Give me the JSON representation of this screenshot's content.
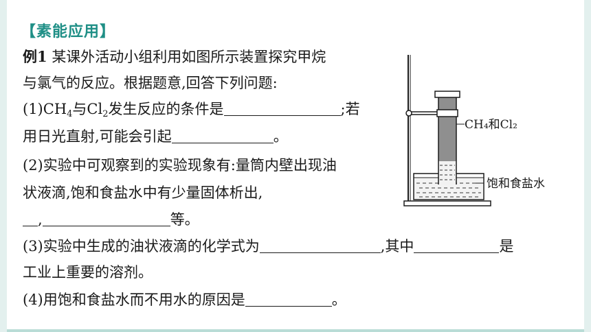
{
  "heading": "【素能应用】",
  "example": {
    "label": "例1",
    "intro": "某课外活动小组利用如图所示装置探究甲烷",
    "intro2": "与氯气的反应。根据题意,回答下列问题:"
  },
  "q1": {
    "prefix": "(1)CH",
    "sub4": "4",
    "mid": "与Cl",
    "sub2": "2",
    "rest": "发生反应的条件是",
    "after": ";若",
    "line2": "用日光直射,可能会引起",
    "end": "。"
  },
  "q2": {
    "line1": "(2)实验中可观察到的实验现象有:量筒内壁出现油",
    "line2": "状液滴,饱和食盐水中有少量固体析出,",
    "comma": ",",
    "end": "等。"
  },
  "q3": {
    "line1": "(3)实验中生成的油状液滴的化学式为",
    "mid": ",其中",
    "end": "是",
    "line2": "工业上重要的溶剂。"
  },
  "q4": {
    "line1": "(4)用饱和食盐水而不用水的原因是",
    "end": "。"
  },
  "figure": {
    "gas_label": "CH₄和Cl₂",
    "liquid_label": "饱和食盐水"
  }
}
